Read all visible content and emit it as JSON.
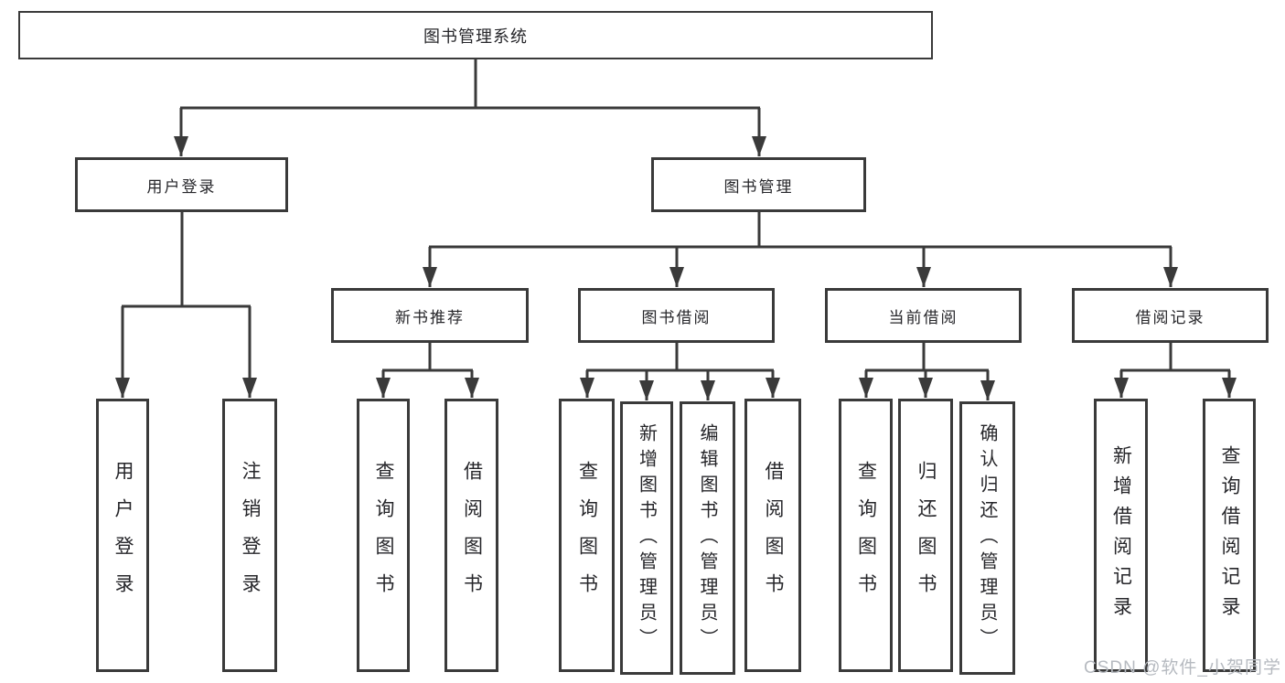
{
  "diagram": {
    "tree": {
      "label": "图书管理系统",
      "children": [
        {
          "label": "用户登录",
          "children": [
            {
              "label": "用户登录"
            },
            {
              "label": "注销登录"
            }
          ]
        },
        {
          "label": "图书管理",
          "children": [
            {
              "label": "新书推荐",
              "children": [
                {
                  "label": "查询图书"
                },
                {
                  "label": "借阅图书"
                }
              ]
            },
            {
              "label": "图书借阅",
              "children": [
                {
                  "label": "查询图书"
                },
                {
                  "label": "新增图书（管理员）"
                },
                {
                  "label": "编辑图书（管理员）"
                },
                {
                  "label": "借阅图书"
                }
              ]
            },
            {
              "label": "当前借阅",
              "children": [
                {
                  "label": "查询图书"
                },
                {
                  "label": "归还图书"
                },
                {
                  "label": "确认归还（管理员）"
                }
              ]
            },
            {
              "label": "借阅记录",
              "children": [
                {
                  "label": "新增借阅记录"
                },
                {
                  "label": "查询借阅记录"
                }
              ]
            }
          ]
        }
      ]
    },
    "colors": {
      "line": "#3a3a3a",
      "text": "#26262a",
      "background": "#ffffff",
      "watermark": "#b6bac0"
    },
    "watermark": {
      "text": "CSDN @软件_小贺同学"
    }
  }
}
